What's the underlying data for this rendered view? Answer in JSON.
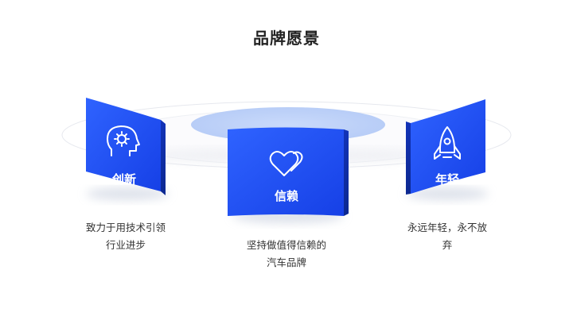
{
  "slide": {
    "title": "品牌愿景",
    "accent_color": "#1d4ff0",
    "pillars": [
      {
        "label": "创新",
        "icon": "innovation-head-gear-icon",
        "desc_lines": [
          "致力于用技术引领",
          "行业进步"
        ]
      },
      {
        "label": "信赖",
        "icon": "double-heart-icon",
        "desc_lines": [
          "坚持做值得信赖的",
          "汽车品牌"
        ]
      },
      {
        "label": "年轻",
        "icon": "rocket-icon",
        "desc_lines": [
          "永远年轻，永不放",
          "弃"
        ]
      }
    ]
  }
}
